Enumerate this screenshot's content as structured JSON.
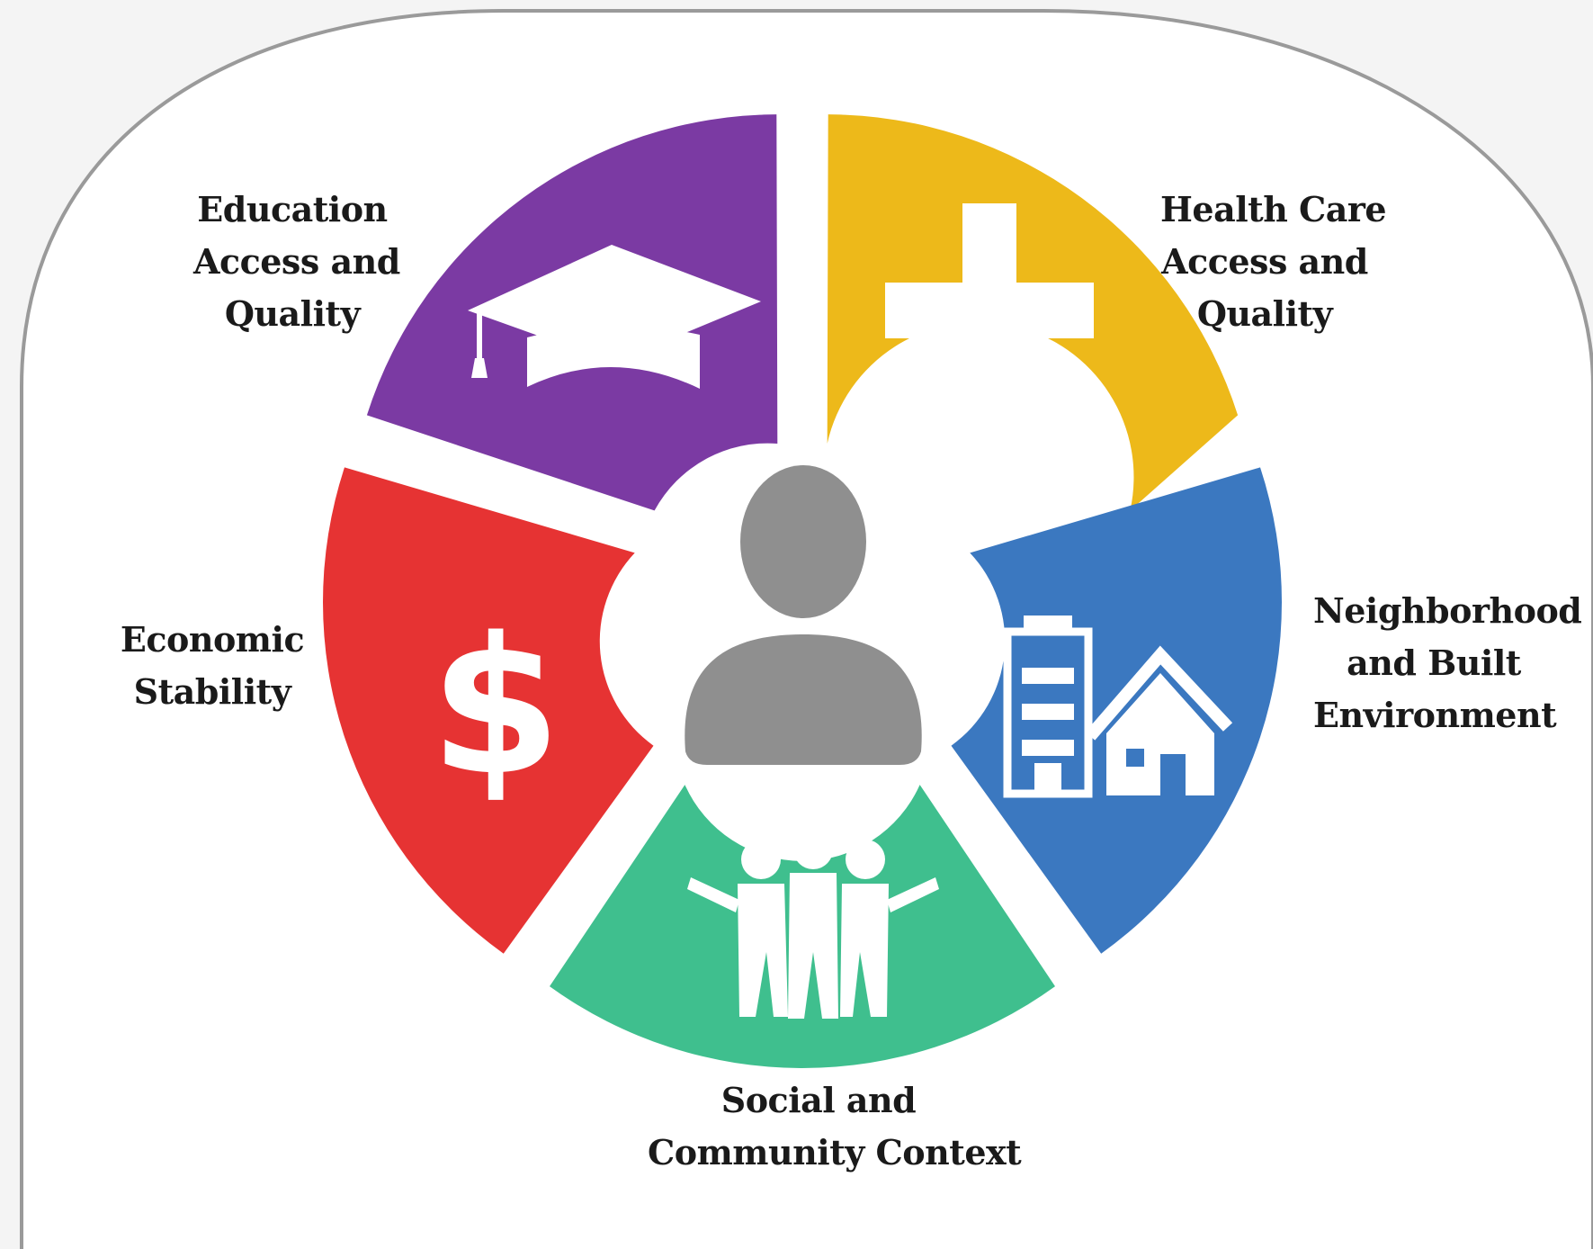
{
  "segments": [
    {
      "id": "education",
      "icon": "graduation-cap-icon",
      "color": "#7b3aa3",
      "label_lines": [
        "Education",
        "Access and",
        "Quality"
      ]
    },
    {
      "id": "health-care",
      "icon": "medical-cross-icon",
      "color": "#edb91a",
      "label_lines": [
        "Health Care",
        "Access and",
        "Quality"
      ]
    },
    {
      "id": "neighborhood",
      "icon": "building-and-house-icon",
      "color": "#3b78c0",
      "label_lines": [
        "Neighborhood",
        "and Built",
        "Environment"
      ]
    },
    {
      "id": "social",
      "icon": "group-of-people-icon",
      "color": "#3fbf8e",
      "label_lines": [
        "Social and",
        "Community Context"
      ]
    },
    {
      "id": "economic",
      "icon": "dollar-sign-icon",
      "color": "#e63333",
      "label_lines": [
        "Economic",
        "Stability"
      ]
    }
  ],
  "center": {
    "icon": "person-icon",
    "color": "#8f8f8f"
  },
  "frame": {
    "background": "#ffffff",
    "border_color": "#9a9a9a"
  }
}
